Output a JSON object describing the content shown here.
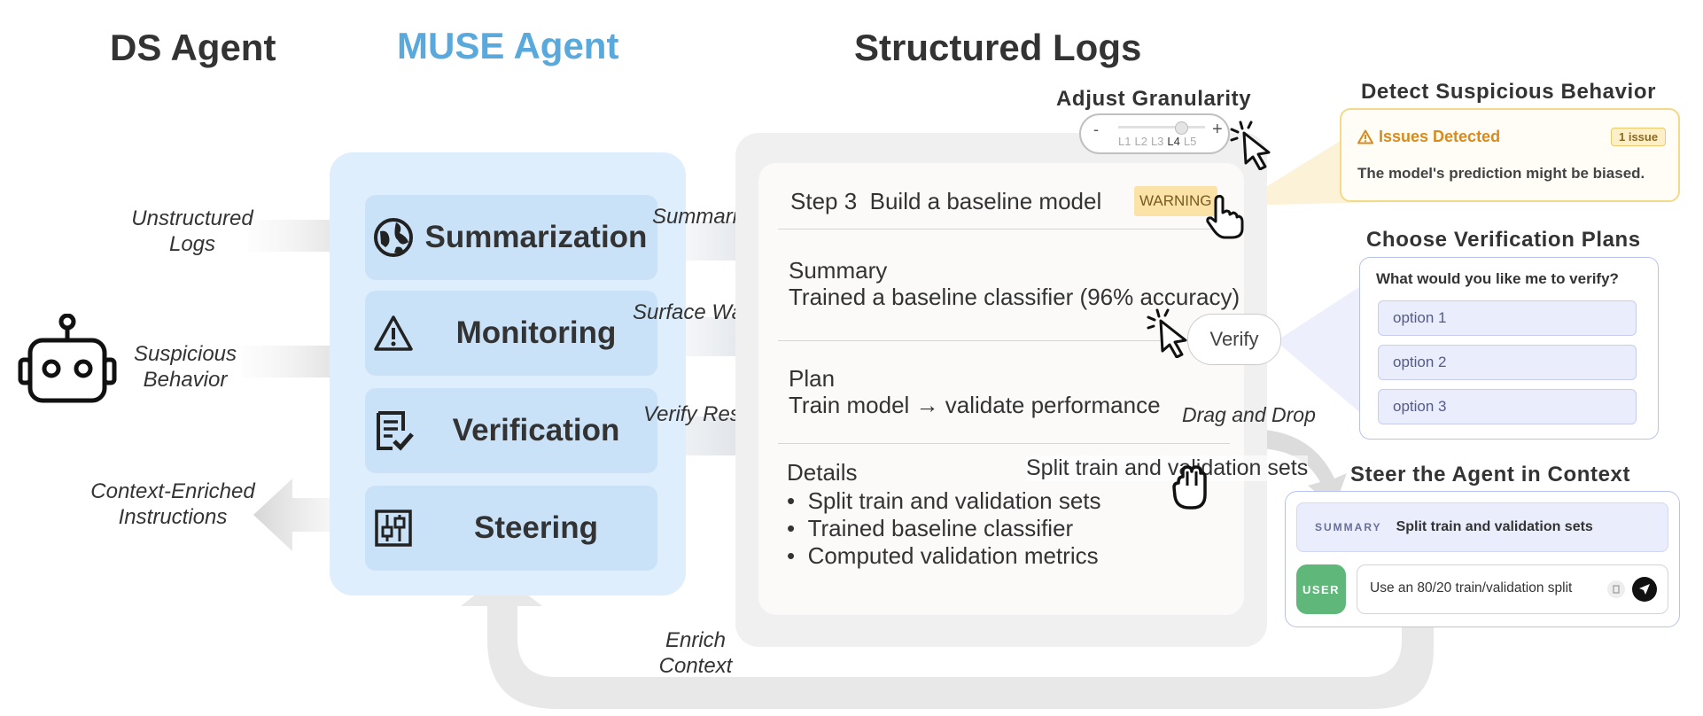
{
  "titles": {
    "ds_agent": "DS Agent",
    "muse_agent": "MUSE Agent",
    "structured_logs": "Structured Logs"
  },
  "left_labels": {
    "unstructured_logs_1": "Unstructured",
    "unstructured_logs_2": "Logs",
    "suspicious_1": "Suspicious",
    "suspicious_2": "Behavior",
    "context_1": "Context-Enriched",
    "context_2": "Instructions"
  },
  "modules": {
    "summarization": "Summarization",
    "monitoring": "Monitoring",
    "verification": "Verification",
    "steering": "Steering"
  },
  "arrow_labels": {
    "summarize": "Summarize",
    "surface_warnings": "Surface Warnings",
    "verify_results": "Verify Results",
    "drag_and_drop": "Drag and Drop",
    "enrich_1": "Enrich",
    "enrich_2": "Context"
  },
  "granularity": {
    "title": "Adjust Granularity",
    "minus": "-",
    "plus": "+",
    "levels": [
      "L1",
      "L2",
      "L3",
      "L4",
      "L5"
    ],
    "selected": "L4"
  },
  "log": {
    "step_label": "Step 3",
    "step_title": "Build a baseline model",
    "warning_badge": "WARNING",
    "summary_title": "Summary",
    "summary_text": "Trained a baseline classifier (96% accuracy)",
    "verify_button": "Verify",
    "plan_title": "Plan",
    "plan_text": "Train model → validate performance",
    "details_title": "Details",
    "details_items": [
      "Split train and validation sets",
      "Trained baseline classifier",
      "Computed validation metrics"
    ],
    "dragged_text": "Split train and validation sets"
  },
  "suspicious": {
    "title": "Detect Suspicious Behavior",
    "issues_label": "Issues Detected",
    "issue_count": "1 issue",
    "message": "The model's prediction might be biased."
  },
  "verification": {
    "title": "Choose Verification Plans",
    "question": "What would you like me to verify?",
    "options": [
      "option 1",
      "option 2",
      "option 3"
    ]
  },
  "steer": {
    "title": "Steer the Agent in Context",
    "summary_tag": "SUMMARY",
    "summary_text": "Split train and validation sets",
    "user_tag": "USER",
    "input_value": "Use an 80/20 train/validation split"
  },
  "colors": {
    "muse_blue": "#5aa9dc",
    "panel_blue": "#dfeefc",
    "module_blue": "#c9e2f8",
    "warning_bg": "#fbe3a8",
    "issue_orange": "#d98a1c",
    "user_green": "#5fb87a",
    "option_purple": "#eaedfc"
  }
}
